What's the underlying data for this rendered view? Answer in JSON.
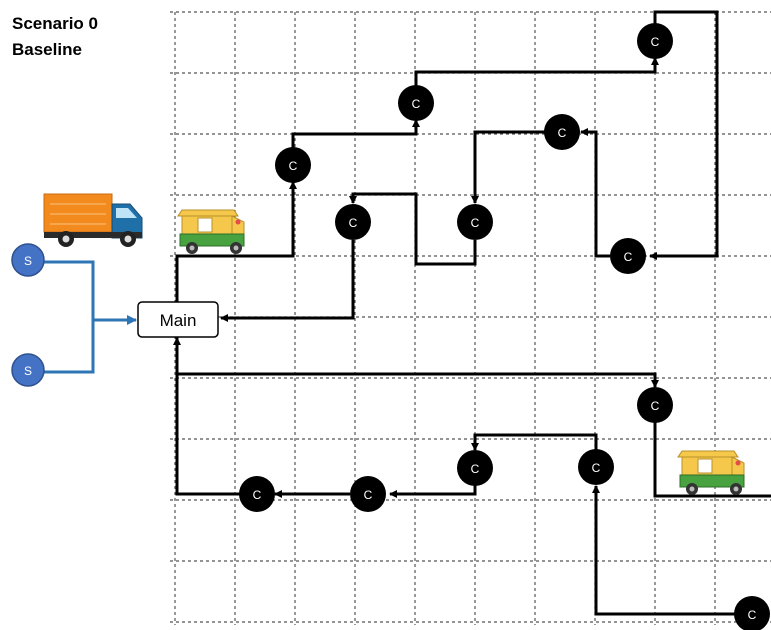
{
  "title": {
    "line1": "Scenario 0",
    "line2": "Baseline"
  },
  "main_label": "Main",
  "supplier_label": "S",
  "customer_label": "C",
  "colors": {
    "grid": "#555555",
    "route": "#000000",
    "supply_link": "#2e75b6",
    "supplier_fill": "#4472c4",
    "customer_fill": "#000000",
    "truck_cargo": "#f28a1e",
    "truck_cab": "#1f6fa8",
    "rickshaw_body": "#f5c74a",
    "rickshaw_base": "#48a23f"
  },
  "icons": [
    "truck-icon",
    "auto-rickshaw-icon"
  ]
}
